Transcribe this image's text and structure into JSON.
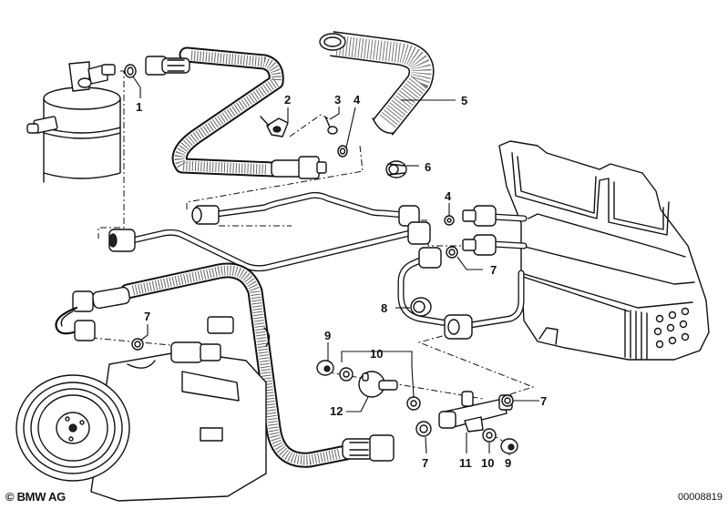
{
  "diagram": {
    "title": "Refrigerant lines / A/C components exploded view",
    "callouts": [
      {
        "id": "1",
        "label": "1"
      },
      {
        "id": "2",
        "label": "2"
      },
      {
        "id": "3",
        "label": "3"
      },
      {
        "id": "4a",
        "label": "4"
      },
      {
        "id": "4b",
        "label": "4"
      },
      {
        "id": "5",
        "label": "5"
      },
      {
        "id": "6",
        "label": "6"
      },
      {
        "id": "7a",
        "label": "7"
      },
      {
        "id": "7b",
        "label": "7"
      },
      {
        "id": "7c",
        "label": "7"
      },
      {
        "id": "7d",
        "label": "7"
      },
      {
        "id": "8",
        "label": "8"
      },
      {
        "id": "9a",
        "label": "9"
      },
      {
        "id": "9b",
        "label": "9"
      },
      {
        "id": "10a",
        "label": "10"
      },
      {
        "id": "10b",
        "label": "10"
      },
      {
        "id": "11",
        "label": "11"
      },
      {
        "id": "12",
        "label": "12"
      }
    ]
  },
  "footer": {
    "copyright": "© BMW AG",
    "diagram_number": "00008819"
  }
}
